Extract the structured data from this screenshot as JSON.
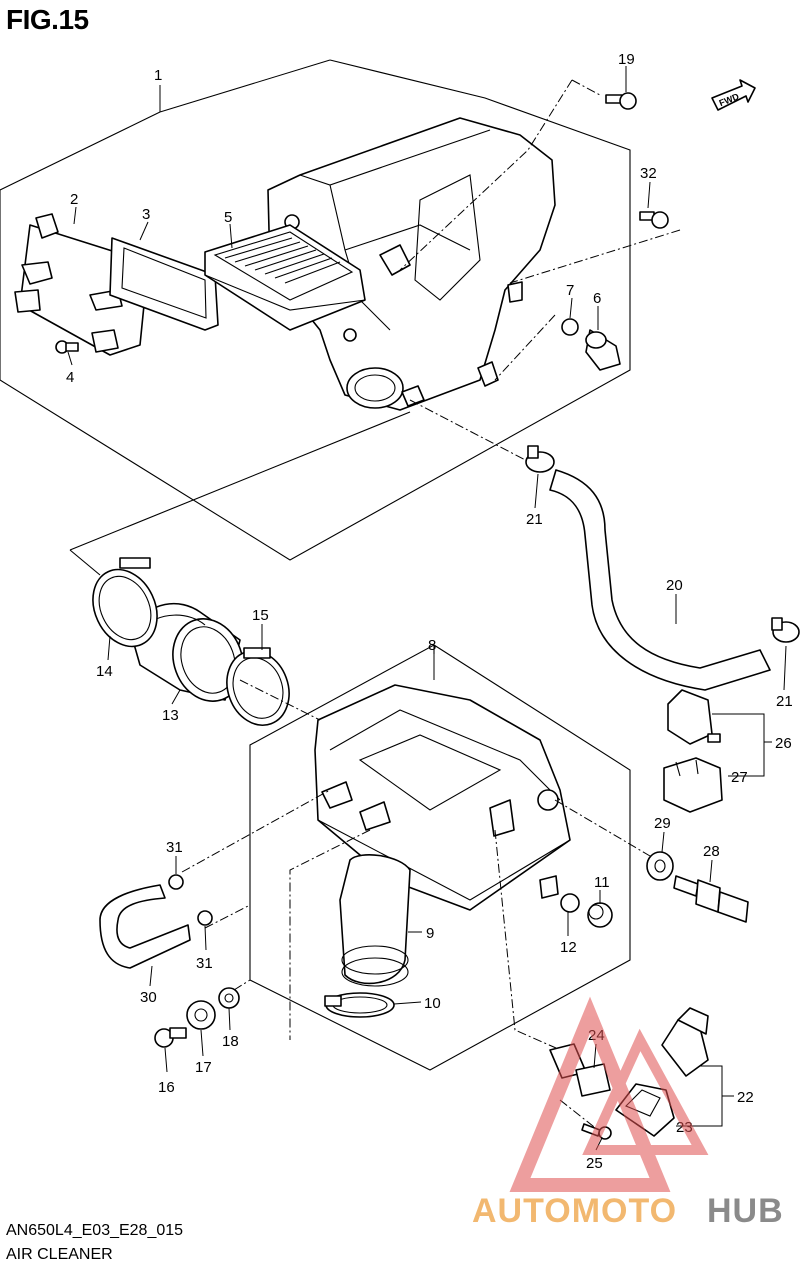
{
  "figure": {
    "title": "FIG.15",
    "code": "AN650L4_E03_E28_015",
    "name": "AIR CLEANER",
    "fwd_label": "FWD"
  },
  "watermark": {
    "brand_left": "AUTOMOTO",
    "brand_right": "HUB",
    "accent_color": "#f2b870",
    "dark_color": "#8a8a8a",
    "triangle_color": "#e05050"
  },
  "callouts": {
    "c1": "1",
    "c2": "2",
    "c3": "3",
    "c4": "4",
    "c5": "5",
    "c6": "6",
    "c7": "7",
    "c8": "8",
    "c9": "9",
    "c10": "10",
    "c11": "11",
    "c12": "12",
    "c13": "13",
    "c14": "14",
    "c15": "15",
    "c16": "16",
    "c17": "17",
    "c18": "18",
    "c19": "19",
    "c20": "20",
    "c21a": "21",
    "c21b": "21",
    "c22": "22",
    "c23": "23",
    "c24": "24",
    "c25": "25",
    "c26": "26",
    "c27": "27",
    "c28": "28",
    "c29": "29",
    "c30": "30",
    "c31a": "31",
    "c31b": "31",
    "c32": "32"
  }
}
